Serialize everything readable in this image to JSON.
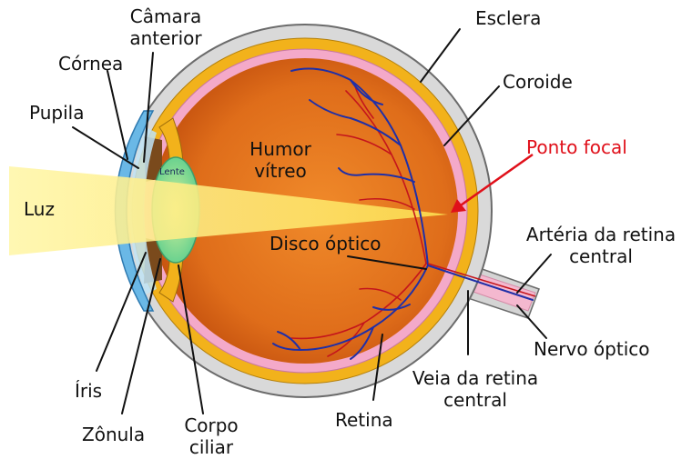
{
  "labels": {
    "camara_line1": "Câmara",
    "camara_line2": "anterior",
    "cornea": "Córnea",
    "pupila": "Pupila",
    "lente": "Lente",
    "luz": "Luz",
    "humor_line1": "Humor",
    "humor_line2": "vítreo",
    "esclera": "Esclera",
    "coroide": "Coroide",
    "ponto_focal": "Ponto focal",
    "disco_optico": "Disco óptico",
    "arteria_line1": "Artéria da retina",
    "arteria_line2": "central",
    "nervo_optico": "Nervo óptico",
    "veia_line1": "Veia da retina",
    "veia_line2": "central",
    "retina": "Retina",
    "iris": "Íris",
    "zonula": "Zônula",
    "corpo_line1": "Corpo",
    "corpo_line2": "ciliar"
  },
  "colors": {
    "sclera": "#d9d9d9",
    "choroid": "#f2b21b",
    "retina": "#f4a9c9",
    "vitreous": "#e07a1f",
    "cornea": "#6ab8e6",
    "lens": "#9fe07a",
    "light_beam": "#fde97a",
    "vessels_artery": "#c4151c",
    "vessels_vein": "#1f2fa8",
    "focal_label": "#e0101a"
  }
}
